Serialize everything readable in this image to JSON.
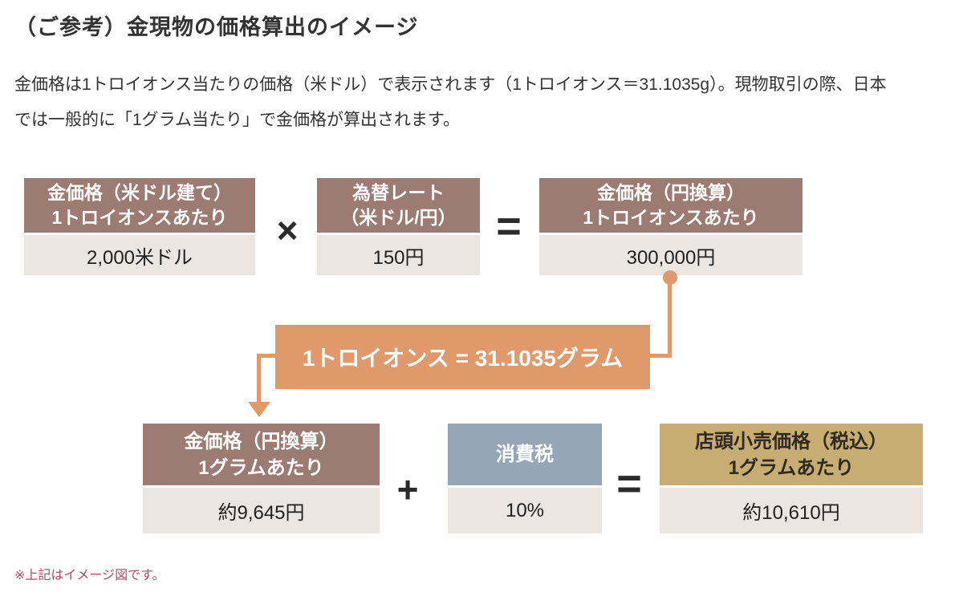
{
  "colors": {
    "header_mauve": "#9c7b72",
    "value_background": "#ece6e2",
    "accent_orange": "#e0996b",
    "tax_blue_gray": "#94a6b8",
    "retail_tan": "#c8ad73",
    "footnote_red": "#a84f5f",
    "text_dark": "#333333"
  },
  "page": {
    "title": "（ご参考）金現物の価格算出のイメージ",
    "description_lines": [
      "金価格は1トロイオンス当たりの価格（米ドル）で表示されます（1トロイオンス＝31.1035g）。現物取引の際、日本",
      "では一般的に「1グラム当たり」で金価格が算出されます。"
    ],
    "footnote": "※上記はイメージ図です。"
  },
  "diagram": {
    "usd_price_box": {
      "title_line1": "金価格（米ドル建て）",
      "title_line2": "1トロイオンスあたり",
      "value": "2,000米ドル"
    },
    "multiply_operator": "×",
    "fx_rate_box": {
      "title_line1": "為替レート",
      "title_line2": "（米ドル/円）",
      "value": "150円"
    },
    "equals_operator_1": "=",
    "jpy_ounce_box": {
      "title_line1": "金価格（円換算）",
      "title_line2": "1トロイオンスあたり",
      "value": "300,000円"
    },
    "converter_box": {
      "label": "1トロイオンス = 31.1035グラム"
    },
    "jpy_gram_box": {
      "title_line1": "金価格（円換算）",
      "title_line2": "1グラムあたり",
      "value": "約9,645円"
    },
    "plus_operator": "+",
    "tax_box": {
      "title": "消費税",
      "value": "10%"
    },
    "equals_operator_2": "=",
    "retail_box": {
      "title_line1": "店頭小売価格（税込）",
      "title_line2": "1グラムあたり",
      "value": "約10,610円"
    }
  }
}
